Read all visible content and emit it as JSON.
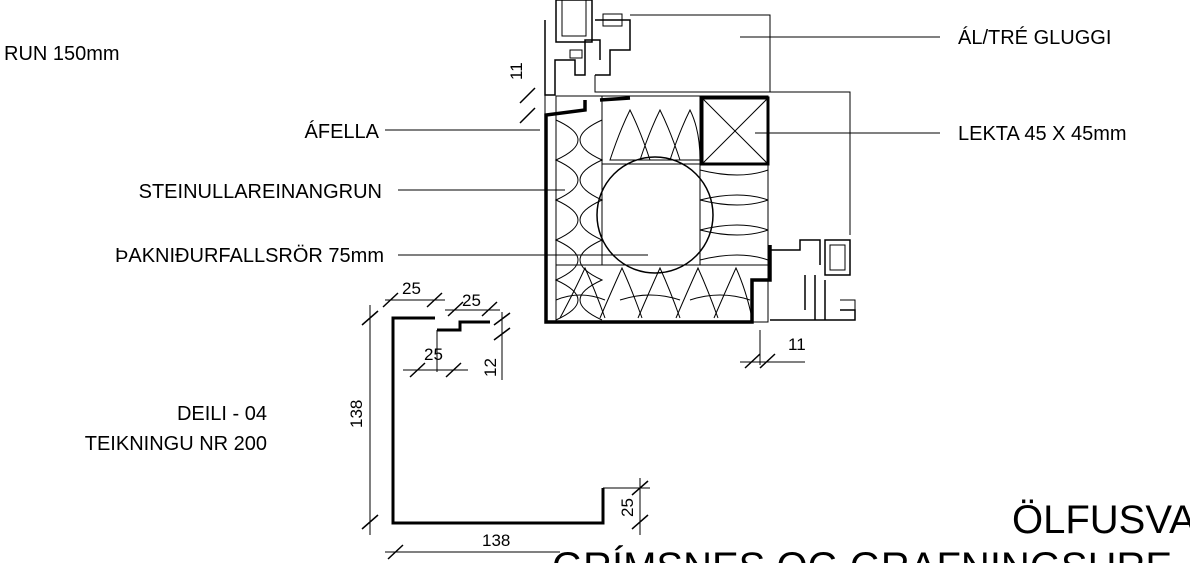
{
  "labels": {
    "top_left_partial": "RUN 150mm",
    "window": "ÁL/TRÉ GLUGGI",
    "flashing": "ÁFELLA",
    "batten": "LEKTA 45 X 45mm",
    "insulation": "STEINULLAREINANGRUN",
    "downpipe": "ÞAKNIÐURFALLSRÖR 75mm",
    "detail_ref_1": "DEILI - 04",
    "detail_ref_2": "TEIKNINGU NR 200"
  },
  "dimensions": {
    "gap_top": "11",
    "gap_bottom": "11",
    "flash_top_left": "25",
    "flash_top_right": "25",
    "flash_step_width": "25",
    "flash_step_height": "12",
    "flash_height": "138",
    "flash_width": "138",
    "flash_lip": "25"
  },
  "title": {
    "line1": "ÖLFUSVA",
    "line2": "GRÍMSNES OG GRAFNINGSHRE"
  }
}
